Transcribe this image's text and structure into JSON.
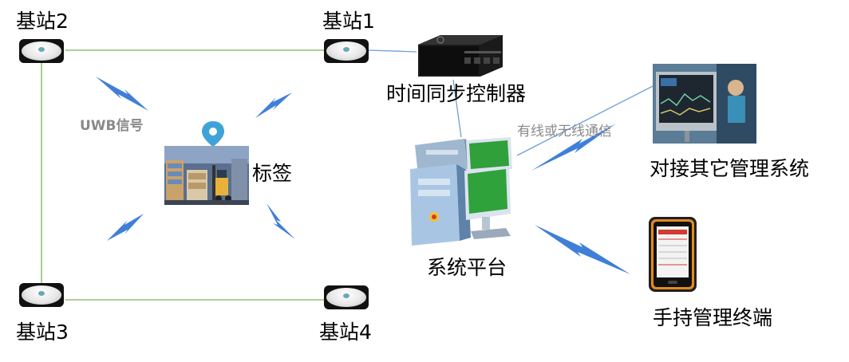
{
  "stations": {
    "s1": "基站1",
    "s2": "基站2",
    "s3": "基站3",
    "s4": "基站4"
  },
  "labels": {
    "uwb_signal": "UWB信号",
    "tag": "标签",
    "time_sync": "时间同步控制器",
    "wired_wireless": "有线或无线通信",
    "other_systems": "对接其它管理系统",
    "platform": "系统平台",
    "handheld": "手持管理终端"
  },
  "colors": {
    "frame_line": "#7ab55c",
    "link_line": "#6f9fd6",
    "lightning": "#3f7fd8",
    "pin": "#3fa3d8"
  }
}
